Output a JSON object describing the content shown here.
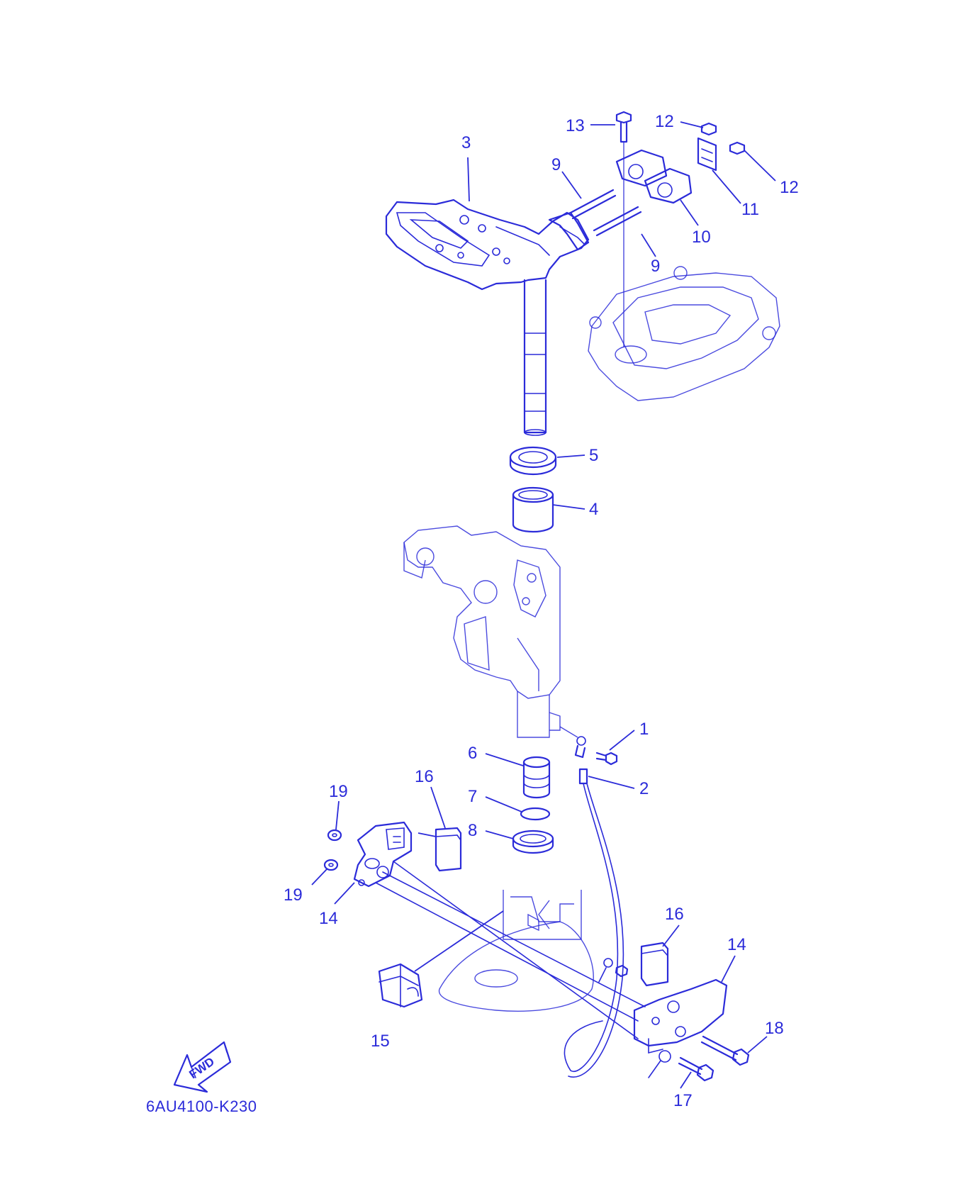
{
  "diagram": {
    "line_color": "#2b2bd9",
    "background": "#ffffff",
    "drawing_code": "6AU4100-K230",
    "direction_arrow": {
      "icon": "fwd-arrow-icon",
      "label": "FWD"
    },
    "callouts": [
      {
        "id": "c1",
        "label": "1"
      },
      {
        "id": "c2",
        "label": "2"
      },
      {
        "id": "c3",
        "label": "3"
      },
      {
        "id": "c4",
        "label": "4"
      },
      {
        "id": "c5",
        "label": "5"
      },
      {
        "id": "c6",
        "label": "6"
      },
      {
        "id": "c7",
        "label": "7"
      },
      {
        "id": "c8",
        "label": "8"
      },
      {
        "id": "c9a",
        "label": "9"
      },
      {
        "id": "c9b",
        "label": "9"
      },
      {
        "id": "c10",
        "label": "10"
      },
      {
        "id": "c11",
        "label": "11"
      },
      {
        "id": "c12a",
        "label": "12"
      },
      {
        "id": "c12b",
        "label": "12"
      },
      {
        "id": "c13",
        "label": "13"
      },
      {
        "id": "c14a",
        "label": "14"
      },
      {
        "id": "c14b",
        "label": "14"
      },
      {
        "id": "c15",
        "label": "15"
      },
      {
        "id": "c16a",
        "label": "16"
      },
      {
        "id": "c16b",
        "label": "16"
      },
      {
        "id": "c17",
        "label": "17"
      },
      {
        "id": "c18",
        "label": "18"
      },
      {
        "id": "c19a",
        "label": "19"
      },
      {
        "id": "c19b",
        "label": "19"
      }
    ]
  }
}
